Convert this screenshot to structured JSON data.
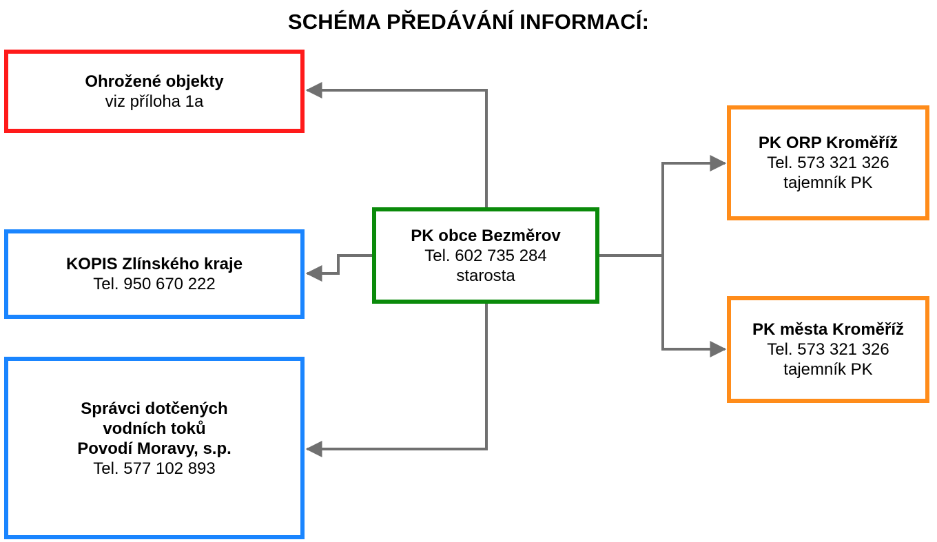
{
  "title": "SCHÉMA PŘEDÁVÁNÍ INFORMACÍ:",
  "nodes": {
    "ohrozene": {
      "head": "Ohrožené objekty",
      "lines": [
        "viz příloha 1a"
      ],
      "color": "#ff1a1a"
    },
    "kopis": {
      "head": "KOPIS Zlínského kraje",
      "lines": [
        "Tel. 950 670 222"
      ],
      "color": "#1a85ff"
    },
    "spravci": {
      "head_lines": [
        "Správci dotčených",
        "vodních toků",
        "Povodí Moravy, s.p."
      ],
      "lines": [
        "Tel. 577 102 893"
      ],
      "color": "#1a85ff"
    },
    "pk_obce": {
      "head": "PK obce Bezměrov",
      "lines": [
        "Tel. 602 735 284",
        "starosta"
      ],
      "color": "#0a8a0a"
    },
    "pk_orp": {
      "head": "PK ORP Kroměříž",
      "lines": [
        "Tel. 573 321 326",
        "tajemník PK"
      ],
      "color": "#ff8c1a"
    },
    "pk_mesta": {
      "head": "PK města Kroměříž",
      "lines": [
        "Tel. 573 321 326",
        "tajemník PK"
      ],
      "color": "#ff8c1a"
    }
  },
  "edges": [
    {
      "from": "pk_obce",
      "to": "ohrozene"
    },
    {
      "from": "pk_obce",
      "to": "kopis"
    },
    {
      "from": "pk_obce",
      "to": "spravci"
    },
    {
      "from": "pk_obce",
      "to": "pk_orp"
    },
    {
      "from": "pk_obce",
      "to": "pk_mesta"
    }
  ],
  "connector_color": "#707070"
}
